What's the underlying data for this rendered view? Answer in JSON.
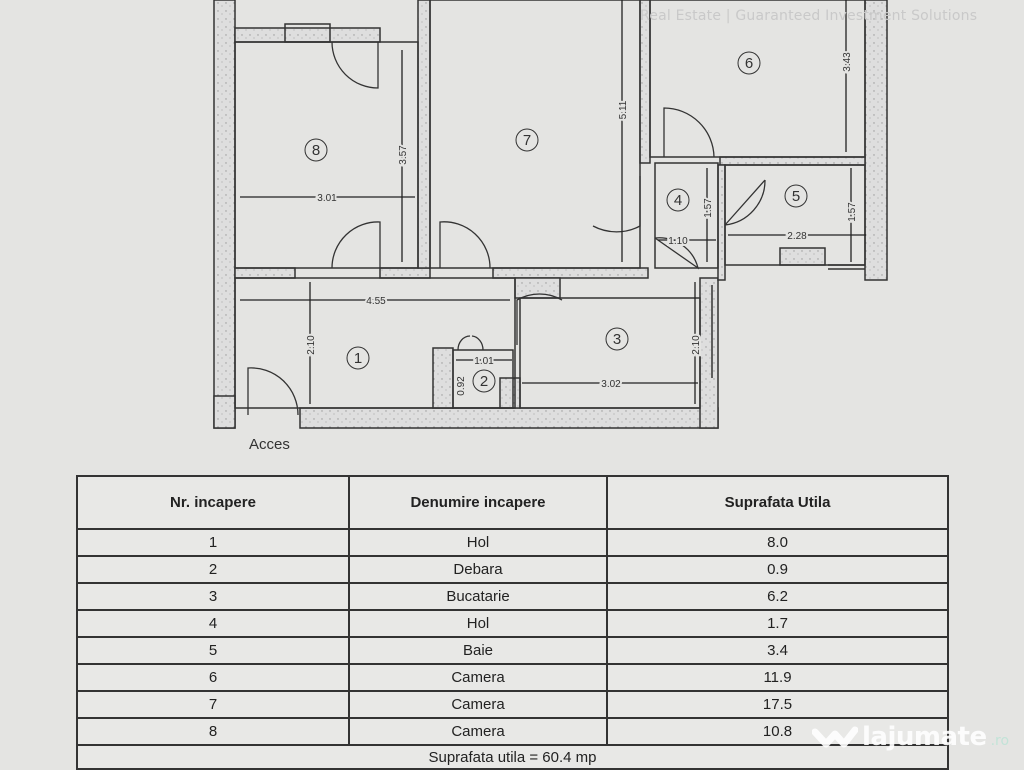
{
  "watermark": "Real Estate | Guaranteed Investment Solutions",
  "plan": {
    "rooms": [
      "1",
      "2",
      "3",
      "4",
      "5",
      "6",
      "7",
      "8"
    ],
    "dimensions": {
      "r8_h": "3.57",
      "r8_w": "3.01",
      "r7_h": "5.11",
      "r6_h": "3.43",
      "r4_h": "1.57",
      "r4_w": "1.10",
      "r5_h": "1.57",
      "r5_w": "2.28",
      "r1_w": "4.55",
      "r1_h": "2.10",
      "r2_w": "1.01",
      "r2_h": "0.92",
      "r3_w": "3.02",
      "r3_h": "2.10"
    },
    "access_label": "Acces"
  },
  "table": {
    "headers": [
      "Nr. incapere",
      "Denumire incapere",
      "Suprafata Utila"
    ],
    "rows": [
      [
        "1",
        "Hol",
        "8.0"
      ],
      [
        "2",
        "Debara",
        "0.9"
      ],
      [
        "3",
        "Bucatarie",
        "6.2"
      ],
      [
        "4",
        "Hol",
        "1.7"
      ],
      [
        "5",
        "Baie",
        "3.4"
      ],
      [
        "6",
        "Camera",
        "11.9"
      ],
      [
        "7",
        "Camera",
        "17.5"
      ],
      [
        "8",
        "Camera",
        "10.8"
      ]
    ],
    "total": "Suprafata utila = 60.4 mp"
  },
  "logo": {
    "word": "lajumate",
    "tld": ".ro"
  }
}
